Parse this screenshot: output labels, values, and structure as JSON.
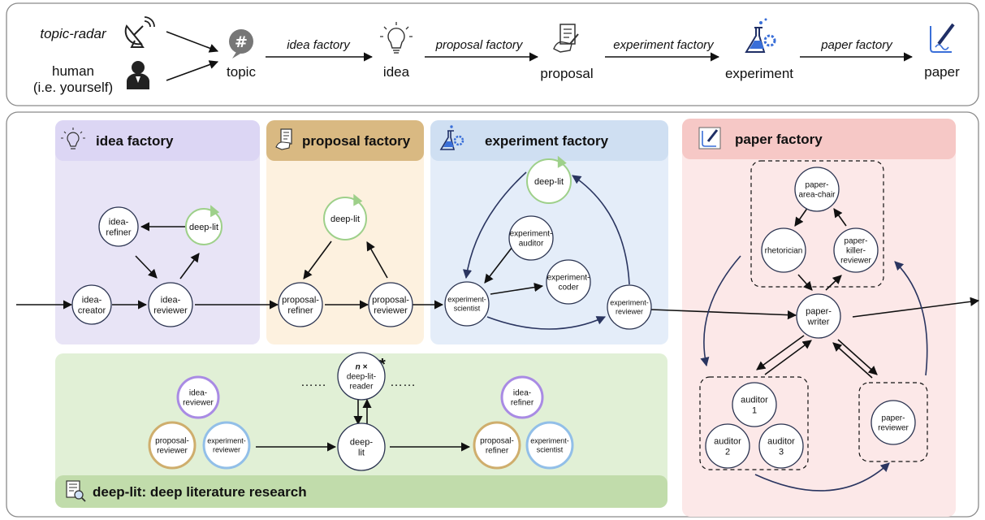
{
  "top": {
    "sources": [
      "topic-radar",
      "human",
      "(i.e. yourself)"
    ],
    "stages": [
      "topic",
      "idea",
      "proposal",
      "experiment",
      "paper"
    ],
    "transitions": [
      "idea factory",
      "proposal factory",
      "experiment factory",
      "paper factory"
    ]
  },
  "panels": {
    "idea": "idea factory",
    "proposal": "proposal factory",
    "experiment": "experiment factory",
    "paper": "paper factory",
    "deeplit": "deep-lit: deep literature research"
  },
  "nodes": {
    "idea_refiner": [
      "idea-",
      "refiner"
    ],
    "idea_deeplit": [
      "deep-lit"
    ],
    "idea_creator": [
      "idea-",
      "creator"
    ],
    "idea_reviewer": [
      "idea-",
      "reviewer"
    ],
    "prop_deeplit": [
      "deep-lit"
    ],
    "prop_refiner": [
      "proposal-",
      "refiner"
    ],
    "prop_reviewer": [
      "proposal-",
      "reviewer"
    ],
    "exp_deeplit": [
      "deep-lit"
    ],
    "exp_auditor": [
      "experiment-",
      "auditor"
    ],
    "exp_coder": [
      "experiment-",
      "coder"
    ],
    "exp_scientist": [
      "experiment-",
      "scientist"
    ],
    "exp_reviewer": [
      "experiment-",
      "reviewer"
    ],
    "pap_areachair": [
      "paper-",
      "area-chair"
    ],
    "pap_rhetorician": [
      "rhetorician"
    ],
    "pap_killer": [
      "paper-",
      "killer-",
      "reviewer"
    ],
    "pap_writer": [
      "paper-",
      "writer"
    ],
    "aud1": [
      "auditor",
      "1"
    ],
    "aud2": [
      "auditor",
      "2"
    ],
    "aud3": [
      "auditor",
      "3"
    ],
    "pap_reviewer": [
      "paper-",
      "reviewer"
    ],
    "dl_idea_reviewer": [
      "idea-",
      "reviewer"
    ],
    "dl_prop_reviewer": [
      "proposal-",
      "reviewer"
    ],
    "dl_exp_reviewer": [
      "experiment-",
      "reviewer"
    ],
    "dl_deeplit": [
      "deep-",
      "lit"
    ],
    "dl_reader": [
      "n ×",
      "deep-lit-",
      "reader"
    ],
    "dl_idea_refiner": [
      "idea-",
      "refiner"
    ],
    "dl_prop_refiner": [
      "proposal-",
      "refiner"
    ],
    "dl_exp_scientist": [
      "experiment-",
      "scientist"
    ]
  },
  "reader_star": "*",
  "ellipsis": "……",
  "colors": {
    "idea_bg": "#e8e4f6",
    "idea_head": "#dcd6f4",
    "proposal_bg": "#fdf1df",
    "proposal_head": "#d9b982",
    "experiment_bg": "#e4edf9",
    "experiment_head": "#cfdff2",
    "paper_bg": "#fce8e8",
    "paper_head": "#f6c8c6",
    "deeplit_bg": "#e1f0d6",
    "deeplit_head": "#c1dcab",
    "green": "#9ed08a",
    "purple": "#a98be4",
    "gold": "#cfae6d",
    "blue": "#92bfe8",
    "icon_blue": "#3a6fd8"
  }
}
